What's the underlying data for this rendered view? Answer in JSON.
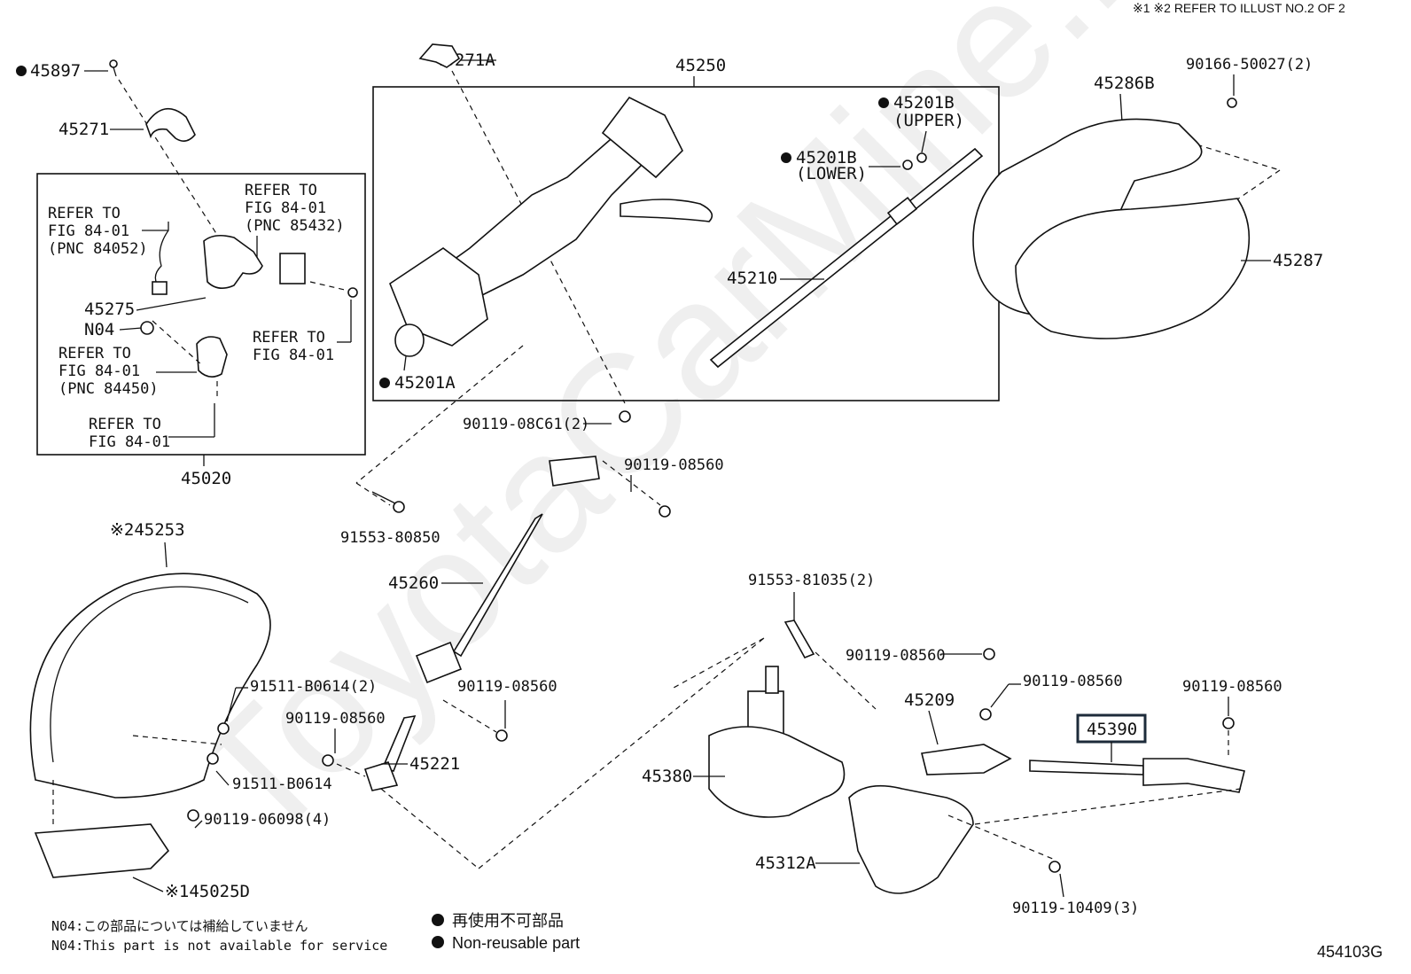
{
  "header_note": "※1 ※2  REFER TO ILLUST NO.2 OF 2",
  "watermark": "ToyotaCarMine.ru",
  "diagram_code": "454103G",
  "parts": {
    "p45897": "45897",
    "p45271": "45271",
    "p45271A": "45271A",
    "p45250": "45250",
    "p45201B_upper": "45201B",
    "p45201B_upper_note": "(UPPER)",
    "p45201B_lower": "45201B",
    "p45201B_lower_note": "(LOWER)",
    "p45286B": "45286B",
    "p90166": "90166-50027(2)",
    "p45287": "45287",
    "p45210": "45210",
    "p45201A": "45201A",
    "p45275": "45275",
    "pN04": "N04",
    "p45020": "45020",
    "p90119_08C61": "90119-08C61(2)",
    "p90119_08560_a": "90119-08560",
    "p91553_80850": "91553-80850",
    "p45253": "※245253",
    "p45260": "45260",
    "p91553_81035": "91553-81035(2)",
    "p90119_08560_b": "90119-08560",
    "p90119_08560_c": "90119-08560",
    "p90119_08560_d": "90119-08560",
    "p90119_08560_e": "90119-08560",
    "p90119_08560_f": "90119-08560",
    "p91511_B0614_2": "91511-B0614(2)",
    "p91511_B0614": "91511-B0614",
    "p90119_06098": "90119-06098(4)",
    "p45221": "45221",
    "p45209": "45209",
    "p45390": "45390",
    "p45380": "45380",
    "p45312A": "45312A",
    "p90119_10409": "90119-10409(3)",
    "p45025D": "※145025D"
  },
  "refer": {
    "r1_l1": "REFER TO",
    "r1_l2": "FIG 84-01",
    "r1_l3": "(PNC 84052)",
    "r2_l1": "REFER TO",
    "r2_l2": "FIG 84-01",
    "r2_l3": "(PNC 85432)",
    "r3_l1": "REFER TO",
    "r3_l2": "FIG 84-01",
    "r4_l1": "REFER TO",
    "r4_l2": "FIG 84-01",
    "r4_l3": "(PNC 84450)",
    "r5_l1": "REFER TO",
    "r5_l2": "FIG 84-01"
  },
  "notes": {
    "n04_jp": "N04:この部品については補給していません",
    "n04_en": "N04:This part is not available for service",
    "legend_jp": "再使用不可部品",
    "legend_en": "Non-reusable part"
  }
}
